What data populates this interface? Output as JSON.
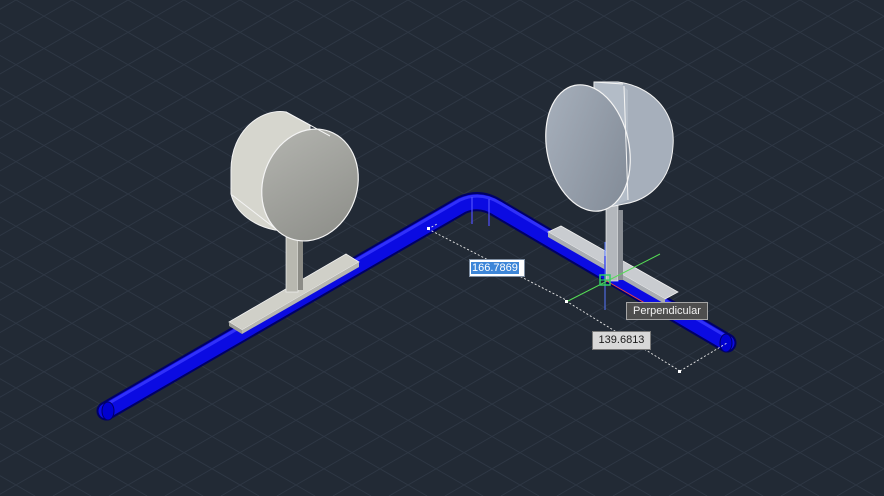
{
  "colors": {
    "background": "#222a35",
    "grid": "#2e3744",
    "pipe": "#0a0adf",
    "pipe_edge": "#000066",
    "crosshair_x": "#e84444",
    "crosshair_y": "#55dd55",
    "crosshair_z": "#4466ff"
  },
  "dynamic_input": {
    "length_value": "166.7869"
  },
  "dimension": {
    "value": "139.6813"
  },
  "osnap_tooltip": {
    "label": "Perpendicular"
  }
}
